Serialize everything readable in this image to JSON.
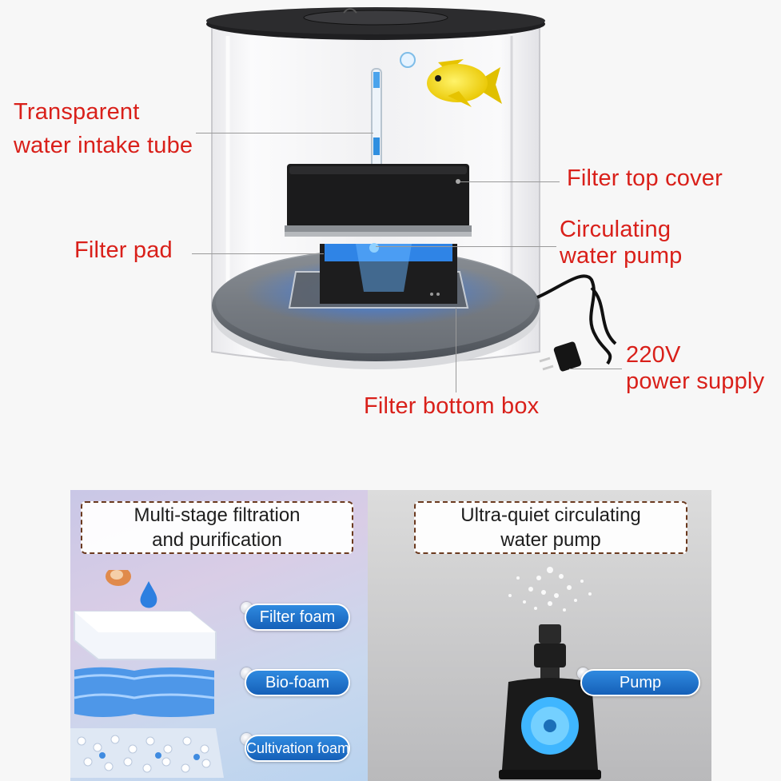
{
  "labels": {
    "intake_tube": [
      "Transparent",
      "water intake tube"
    ],
    "top_cover": "Filter top cover",
    "filter_pad": "Filter pad",
    "pump": [
      "Circulating",
      "water pump"
    ],
    "power": [
      "220V",
      "power supply"
    ],
    "bottom_box": "Filter bottom box"
  },
  "panels": {
    "filtration": {
      "title": [
        "Multi-stage filtration",
        "and purification"
      ],
      "layers": [
        "Filter foam",
        "Bio-foam",
        "Cultivation foam"
      ]
    },
    "pump": {
      "title": [
        "Ultra-quiet circulating",
        "water pump"
      ],
      "tag": "Pump"
    }
  },
  "colors": {
    "callout_red": "#d9201a",
    "tag_blue": "#1f74cc",
    "heading_border": "#6b3a1f"
  }
}
